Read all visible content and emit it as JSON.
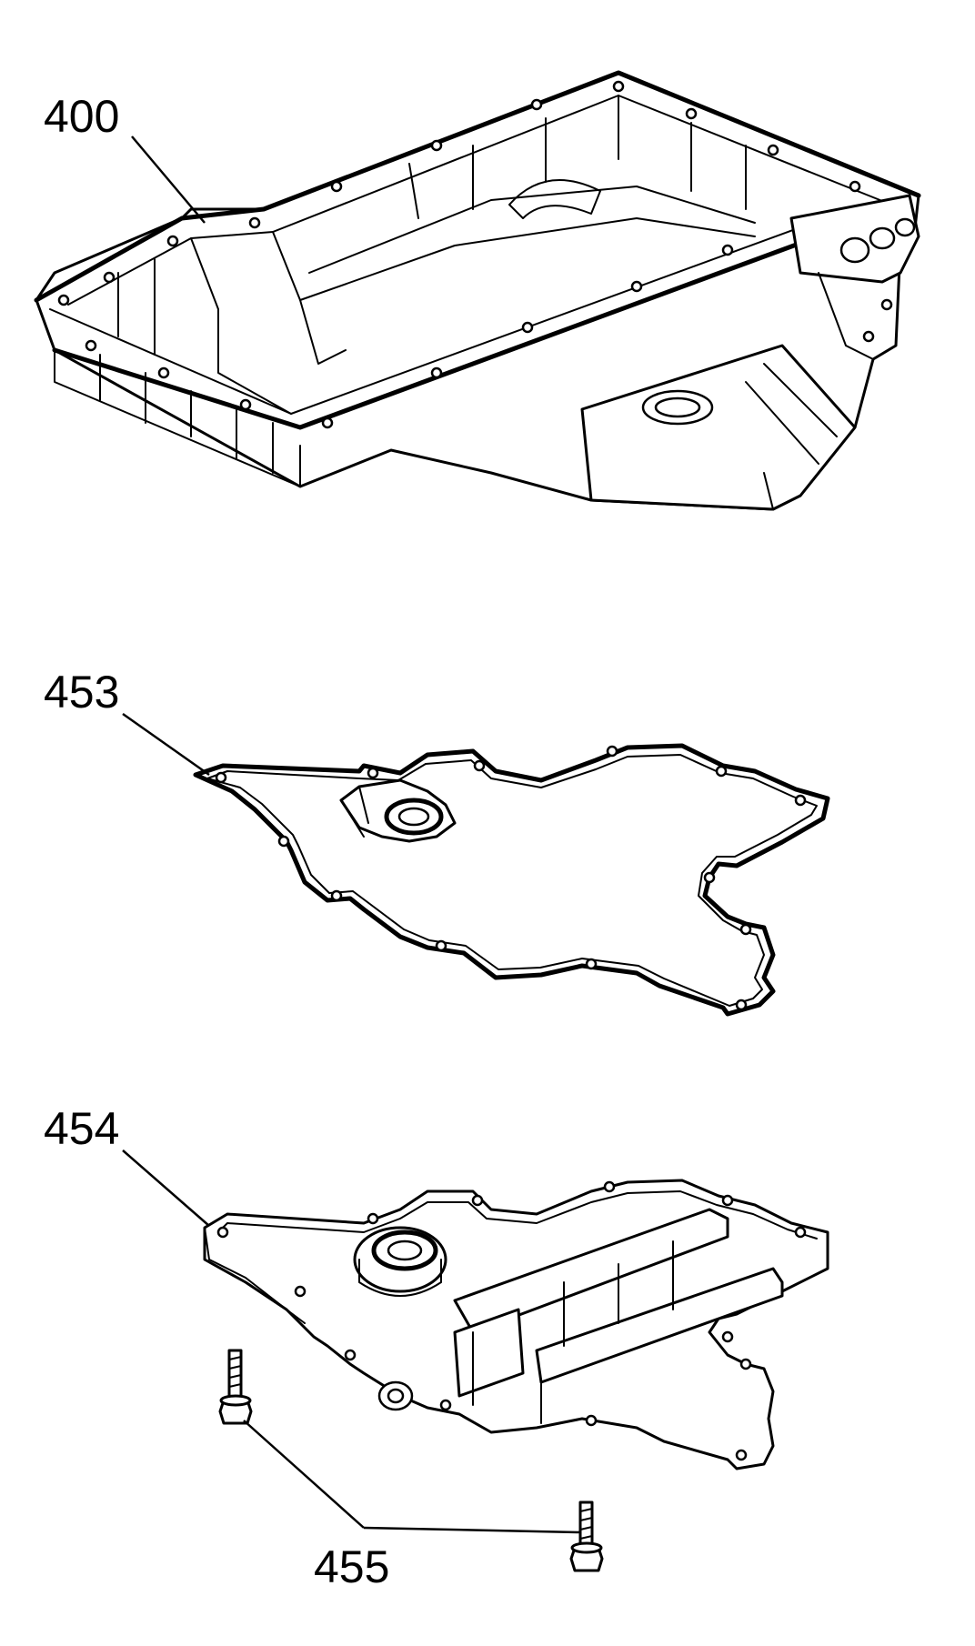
{
  "callouts": [
    {
      "id": "oil-pan",
      "label": "400"
    },
    {
      "id": "gasket",
      "label": "453"
    },
    {
      "id": "baffle",
      "label": "454"
    },
    {
      "id": "bolts",
      "label": "455"
    }
  ],
  "colors": {
    "line": "#000000",
    "background": "#ffffff"
  }
}
